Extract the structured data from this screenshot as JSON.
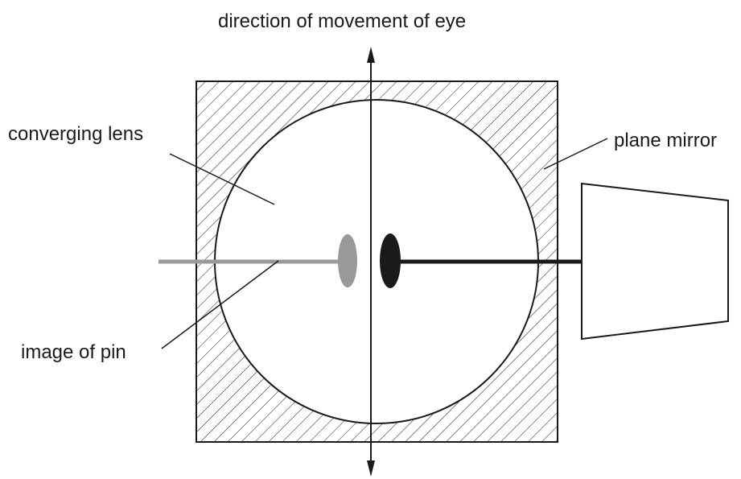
{
  "labels": {
    "direction": "direction of movement of eye",
    "lens": "converging lens",
    "mirror": "plane mirror",
    "image": "image of pin"
  },
  "colors": {
    "line": "#1a1a1a",
    "image_pin": "#999999",
    "pin": "#1a1a1a",
    "hatch": "#1a1a1a"
  }
}
